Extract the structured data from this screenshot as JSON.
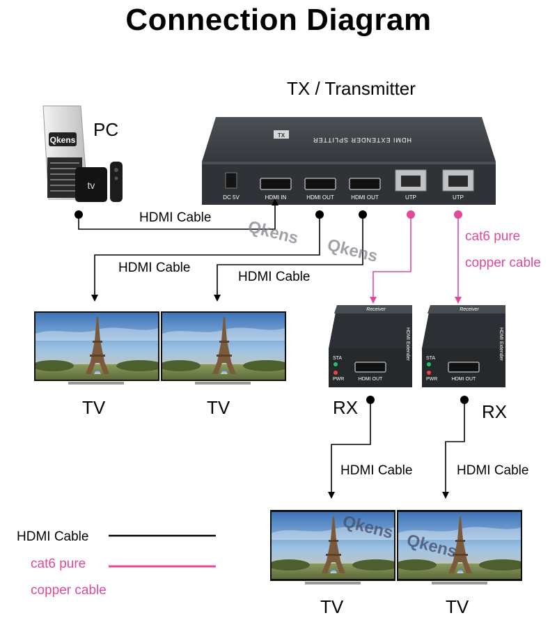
{
  "title": "Connection Diagram",
  "tx_label": "TX / Transmitter",
  "pc_label": "PC",
  "brand": "Qkens",
  "tv_box_text": "tv",
  "transmitter": {
    "top_text": "HDMI EXTENDER SPLITTER",
    "badge": "TX",
    "ports": [
      "DC 5V",
      "HDMI IN",
      "HDMI OUT",
      "HDMI OUT",
      "UTP",
      "UTP"
    ]
  },
  "receiver": {
    "top_text": "Receiver",
    "side_text": "HDMI Extender",
    "sta": "STA",
    "pwr": "PWR",
    "port": "HDMI OUT"
  },
  "labels": {
    "hdmi_cable": "HDMI Cable",
    "cat6_line1": "cat6 pure",
    "cat6_line2": "copper cable",
    "tv": "TV",
    "rx": "RX"
  },
  "legend": {
    "hdmi": "HDMI Cable",
    "cat6_line1": "cat6 pure",
    "cat6_line2": "copper cable"
  },
  "colors": {
    "hdmi": "#000000",
    "cat6": "#e0499a",
    "device": "#3a3e42",
    "sky": "#4f86c2"
  }
}
